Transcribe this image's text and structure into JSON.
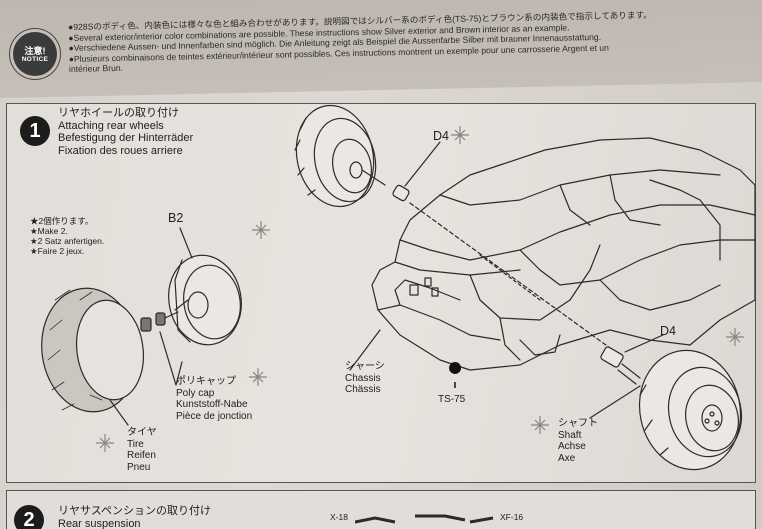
{
  "notice": {
    "badge_jp": "注意!",
    "badge_en": "NOTICE",
    "lines": [
      "●928Sのボディ色、内装色には様々な色と組み合わせがあります。説明図ではシルバー系のボディ色(TS-75)とブラウン系の内装色で指示してあります。",
      "●Several exterior/interior color combinations are possible. These instructions show Silver exterior and Brown interior as an example.",
      "●Verschiedene Aussen- und Innenfarben sind möglich. Die Anleitung zeigt als Beispiel die Aussenfarbe Silber mit brauner Innenausstattung.",
      "●Plusieurs combinaisons de teintes extérieur/intérieur sont possibles. Ces instructions montrent un exemple pour une carrosserie Argent et un",
      "intérieur Brun."
    ]
  },
  "step1": {
    "number": "1",
    "title_jp": "リヤホイールの取り付け",
    "title_en": "Attaching rear wheels",
    "title_de": "Befestigung der Hinterräder",
    "title_fr": "Fixation des roues arriere",
    "make_note": [
      "★2個作ります。",
      "★Make 2.",
      "★2 Satz anfertigen.",
      "★Faire 2 jeux."
    ],
    "part_b2": "B2",
    "part_d4_top": "D4",
    "part_d4_bottom": "D4",
    "poly_cap": [
      "ポリキャップ",
      "Poly cap",
      "Kunststoff-Nabe",
      "Pièce de jonction"
    ],
    "tire": [
      "タイヤ",
      "Tire",
      "Reifen",
      "Pneu"
    ],
    "chassis": [
      "シャーシ",
      "Chassis",
      "Chässis"
    ],
    "paint": "TS-75",
    "shaft": [
      "シャフト",
      "Shaft",
      "Achse",
      "Axe"
    ]
  },
  "step2": {
    "number": "2",
    "title_jp": "リヤサスペンションの取り付け",
    "title_en": "Rear suspension",
    "part_x18": "X-18",
    "part_xf16": "XF-16"
  }
}
